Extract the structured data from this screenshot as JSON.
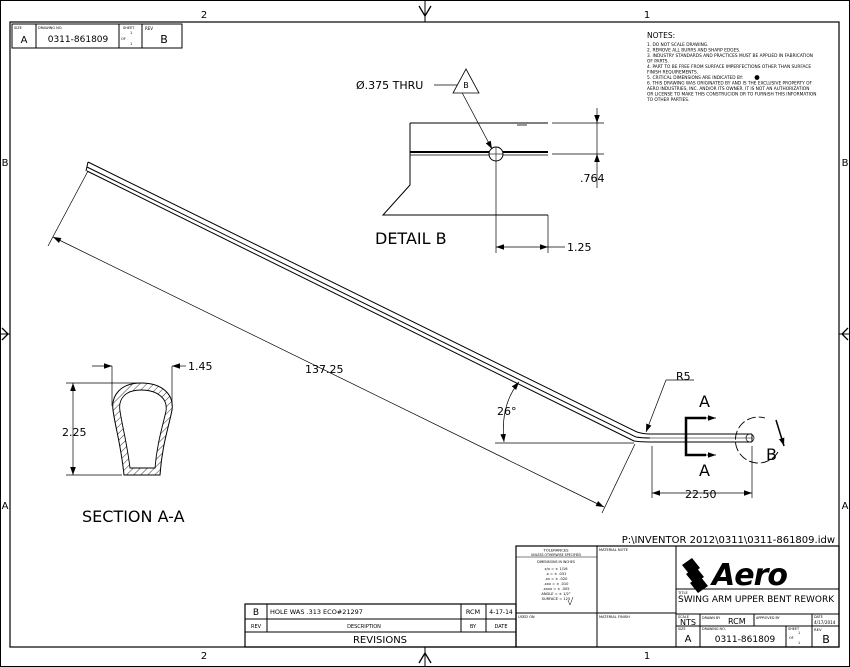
{
  "zones": {
    "col_left": "2",
    "col_right": "1",
    "row_upper": "B",
    "row_lower": "A"
  },
  "top_block": {
    "size_label": "SIZE",
    "size_value": "A",
    "drawing_no_label": "DRAWING NO.",
    "drawing_no": "0311-861809",
    "sheet_label": "SHEET",
    "sheet_num": "1",
    "sheet_of": "OF",
    "sheet_total": "1",
    "rev_label": "REV",
    "rev_value": "B"
  },
  "notes": {
    "title": "NOTES:",
    "lines": [
      "1. DO NOT SCALE DRAWING.",
      "2. REMOVE ALL BURRS AND SHARP EDGES.",
      "3. INDUSTRY STANDARDS AND PRACTICES MUST BE APPLIED IN FABRICATION",
      "   OF PARTS.",
      "4. PART TO BE FREE FROM SURFACE IMPERFECTIONS OTHER THAN SURFACE",
      "   FINISH REQUIREMENTS.",
      "5. CRITICAL DIMENSIONS ARE INDICATED BY:",
      "6. THIS DRAWING WAS ORIGINATED BY AND IS THE EXCLUSIVE PROPERTY OF",
      "   AERO INDUSTRIES, INC. AND/OR ITS OWNER.  IT IS NOT AN AUTHORIZATION",
      "   OR LICENSE TO MAKE THIS CONSTRUCION OR TO FURNISH THIS INFORMATION",
      "   TO OTHER PARTIES."
    ]
  },
  "dims": {
    "hole": "Ø.375 THRU",
    "detail_tag": "B",
    "detail_title": "DETAIL  B",
    "d_764": ".764",
    "d_125": "1.25",
    "d_145": "1.45",
    "d_225": "2.25",
    "d_13725": "137.25",
    "angle": "26°",
    "radius": "R5",
    "d_2250": "22.50",
    "section_a": "A",
    "detail_b": "B",
    "section_title": "SECTION A-A"
  },
  "file_path": "P:\\INVENTOR 2012\\0311\\0311-861809.idw",
  "tolerances": {
    "title": "TOLERANCES",
    "sub": "UNLESS OTHERWISE SPECIFIED",
    "dims_in": "DIMENSIONS IN INCHES",
    "lines": [
      "x/x  =  ± 1/16",
      ".x  =  ± .031",
      ".xx  =  ± .020",
      ".xxx  =  ± .010",
      ".xxxx  =  ± .005",
      "ANGLE  =  ± 1/2°",
      "SURFACE  =  125"
    ]
  },
  "material_note_label": "MATERIAL NOTE",
  "used_on_label": "USED ON",
  "material_finish_label": "MATERIAL FINISH",
  "company": "Aero",
  "title_text": "SWING ARM UPPER BENT REWORK",
  "title_small": "TITLE",
  "scale_label": "SCALE",
  "scale_value": "NTS",
  "drawn_by_label": "DRAWN BY",
  "drawn_by": "RCM",
  "approved_by_label": "APPROVED BY",
  "date_label": "DATE",
  "date_value": "4/17/2014",
  "bottom_block": {
    "size_label": "SIZE",
    "size_value": "A",
    "drawing_no_label": "DRAWING NO.",
    "drawing_no": "0311-861809",
    "sheet_label": "SHEET",
    "sheet_num": "1",
    "sheet_of": "OF",
    "sheet_total": "1",
    "rev_label": "REV",
    "rev_value": "B"
  },
  "revisions": {
    "row": {
      "rev": "B",
      "description": "HOLE WAS .313 ECO#21297",
      "by": "RCM",
      "date": "4-17-14"
    },
    "headers": {
      "rev": "REV",
      "description": "DESCRIPTION",
      "by": "BY",
      "date": "DATE"
    },
    "title": "REVISIONS"
  }
}
